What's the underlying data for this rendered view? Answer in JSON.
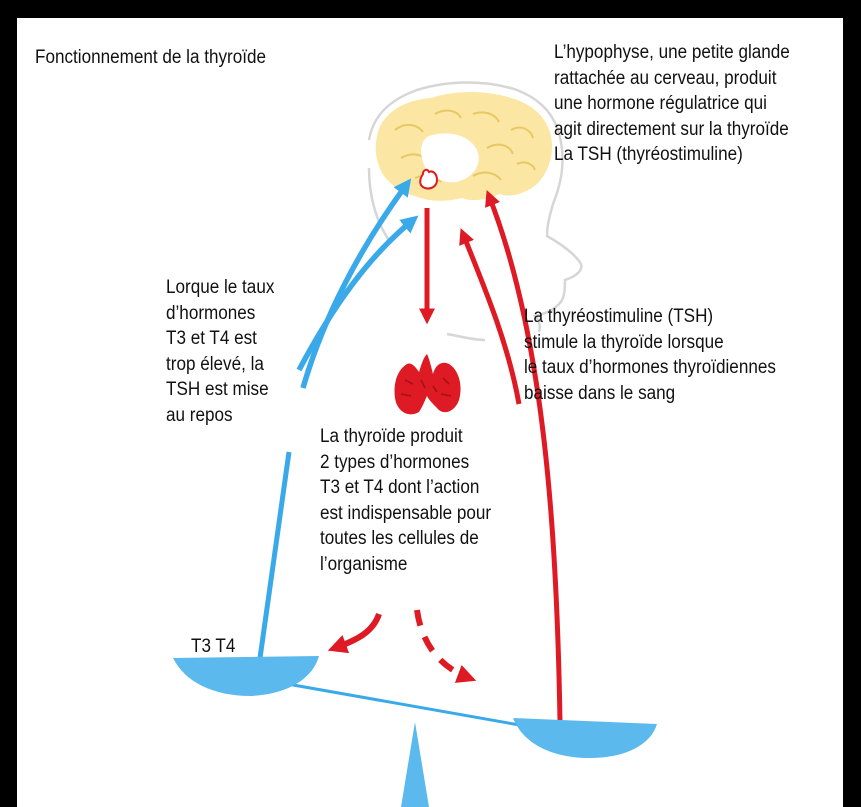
{
  "title": "Fonctionnement de la thyroïde",
  "pituitary_text": [
    "L’hypophyse, une petite glande",
    "rattachée au cerveau, produit",
    "une hormone régulatrice qui",
    "agit directement sur la thyroïde",
    "La TSH (thyréostimuline)"
  ],
  "high_level_text": [
    "Lorque le taux",
    "d’hormones",
    "T3 et T4 est",
    "trop élevé, la",
    "TSH est mise",
    "au repos"
  ],
  "tsh_text": [
    "La thyréostimuline (TSH)",
    "stimule la thyroïde lorsque",
    "le taux d’hormones thyroïdiennes",
    "baisse dans le sang"
  ],
  "thyroid_text": [
    "La thyroïde produit",
    "2 types d’hormones",
    "T3 et T4 dont l’action",
    "est indispensable pour",
    "toutes les cellules de",
    "l’organisme"
  ],
  "scale_label": "T3 T4",
  "colors": {
    "frame": "#000000",
    "background": "#ffffff",
    "negative_feedback": "#3aa9ea",
    "stimulation": "#de1a24",
    "brain": "#fbe7a3",
    "scale": "#5bb9ee",
    "text": "#111111"
  }
}
